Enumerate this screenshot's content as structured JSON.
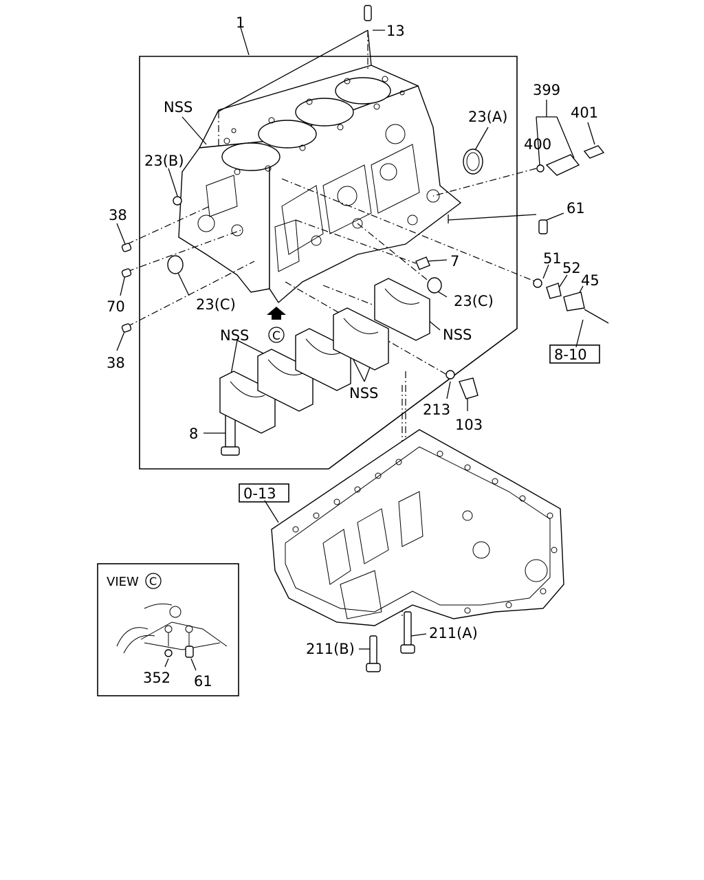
{
  "callouts": {
    "c1": "1",
    "c13": "13",
    "nss_top": "NSS",
    "c23a": "23(A)",
    "c23b": "23(B)",
    "c399": "399",
    "c401": "401",
    "c400": "400",
    "c61_top": "61",
    "c38_top": "38",
    "c70": "70",
    "c38_bottom": "38",
    "c23c_left": "23(C)",
    "c7": "7",
    "c23c_right": "23(C)",
    "c51": "51",
    "c52": "52",
    "c45": "45",
    "ref_8_10": "8-10",
    "nss_right": "NSS",
    "view_c_marker": "C",
    "nss_left": "NSS",
    "nss_bottom": "NSS",
    "c213": "213",
    "c103": "103",
    "c8": "8",
    "ref_0_13": "0-13",
    "c211a": "211(A)",
    "c211b": "211(B)"
  },
  "inset": {
    "title": "VIEW",
    "marker": "C",
    "c352": "352",
    "c61": "61"
  }
}
